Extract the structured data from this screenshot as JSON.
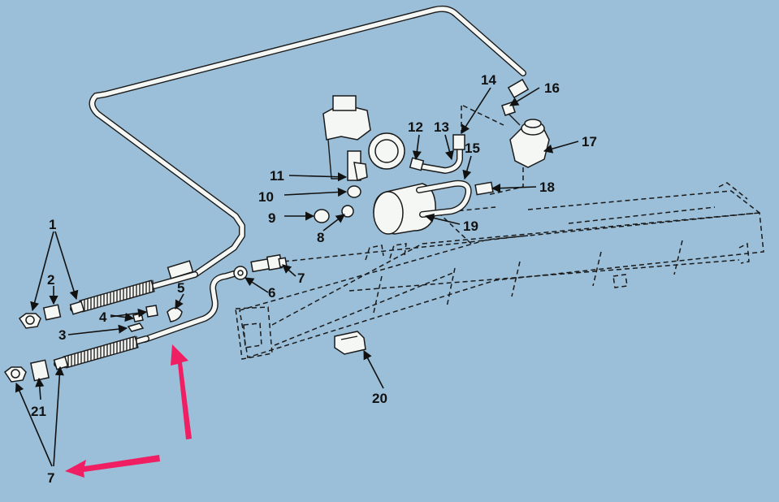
{
  "colors": {
    "background": "#9bbfd8",
    "line": "#1a1a1a",
    "part_fill": "#f5f7f4",
    "arrow": "#f01e62"
  },
  "callouts": [
    {
      "key": "c1",
      "label": "1"
    },
    {
      "key": "c2",
      "label": "2"
    },
    {
      "key": "c3",
      "label": "3"
    },
    {
      "key": "c4",
      "label": "4"
    },
    {
      "key": "c5",
      "label": "5"
    },
    {
      "key": "c6",
      "label": "6"
    },
    {
      "key": "c7a",
      "label": "7"
    },
    {
      "key": "c7b",
      "label": "7"
    },
    {
      "key": "c8",
      "label": "8"
    },
    {
      "key": "c9",
      "label": "9"
    },
    {
      "key": "c10",
      "label": "10"
    },
    {
      "key": "c11",
      "label": "11"
    },
    {
      "key": "c12",
      "label": "12"
    },
    {
      "key": "c13",
      "label": "13"
    },
    {
      "key": "c14",
      "label": "14"
    },
    {
      "key": "c15",
      "label": "15"
    },
    {
      "key": "c16",
      "label": "16"
    },
    {
      "key": "c17",
      "label": "17"
    },
    {
      "key": "c18",
      "label": "18"
    },
    {
      "key": "c19",
      "label": "19"
    },
    {
      "key": "c20",
      "label": "20"
    },
    {
      "key": "c21",
      "label": "21"
    }
  ]
}
